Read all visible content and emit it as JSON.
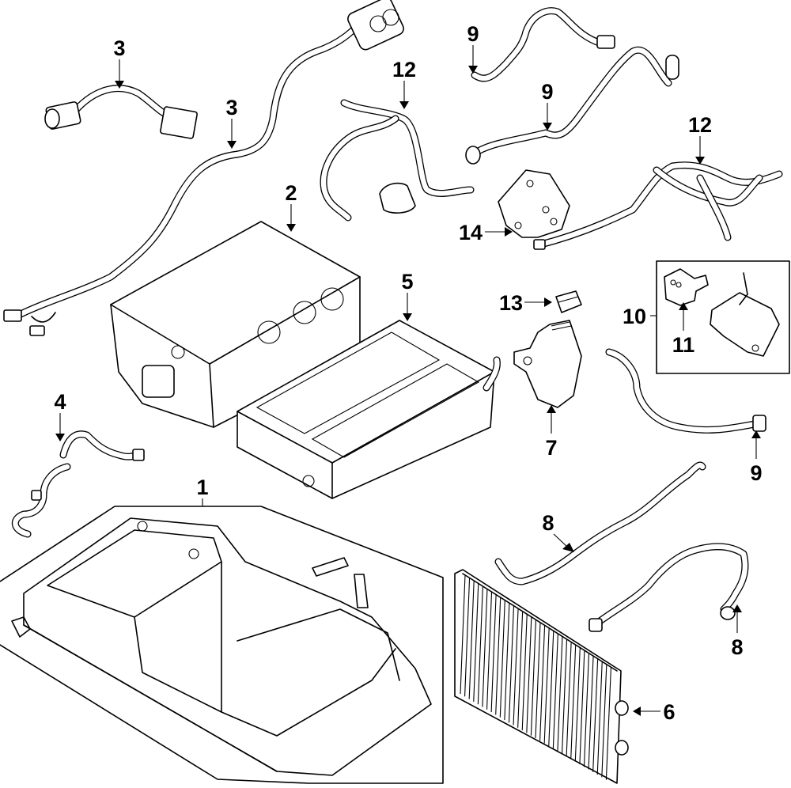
{
  "diagram": {
    "type": "exploded parts diagram",
    "subject": "hybrid/electric drive battery, inverter and cooling components",
    "callouts": [
      {
        "id": "c1",
        "label": "1"
      },
      {
        "id": "c2",
        "label": "2"
      },
      {
        "id": "c3a",
        "label": "3"
      },
      {
        "id": "c3b",
        "label": "3"
      },
      {
        "id": "c4",
        "label": "4"
      },
      {
        "id": "c5",
        "label": "5"
      },
      {
        "id": "c6",
        "label": "6"
      },
      {
        "id": "c7",
        "label": "7"
      },
      {
        "id": "c8a",
        "label": "8"
      },
      {
        "id": "c8b",
        "label": "8"
      },
      {
        "id": "c9a",
        "label": "9"
      },
      {
        "id": "c9b",
        "label": "9"
      },
      {
        "id": "c9c",
        "label": "9"
      },
      {
        "id": "c10",
        "label": "10"
      },
      {
        "id": "c11",
        "label": "11"
      },
      {
        "id": "c12a",
        "label": "12"
      },
      {
        "id": "c12b",
        "label": "12"
      },
      {
        "id": "c13",
        "label": "13"
      },
      {
        "id": "c14",
        "label": "14"
      }
    ],
    "parts": [
      {
        "callout": "1",
        "depicts": "high-voltage battery pack assembly"
      },
      {
        "callout": "2",
        "depicts": "inverter / power control module"
      },
      {
        "callout": "3",
        "depicts": "wiring harness / high-voltage cable"
      },
      {
        "callout": "4",
        "depicts": "wiring harness"
      },
      {
        "callout": "5",
        "depicts": "DC-DC converter / charger module"
      },
      {
        "callout": "6",
        "depicts": "radiator / heat exchanger"
      },
      {
        "callout": "7",
        "depicts": "coolant reservoir"
      },
      {
        "callout": "8",
        "depicts": "coolant hose"
      },
      {
        "callout": "9",
        "depicts": "coolant hose"
      },
      {
        "callout": "10",
        "depicts": "coolant pump assembly (boxed group)"
      },
      {
        "callout": "11",
        "depicts": "pump connector"
      },
      {
        "callout": "12",
        "depicts": "coolant hose assembly"
      },
      {
        "callout": "13",
        "depicts": "reservoir cap"
      },
      {
        "callout": "14",
        "depicts": "pump bracket"
      }
    ]
  }
}
